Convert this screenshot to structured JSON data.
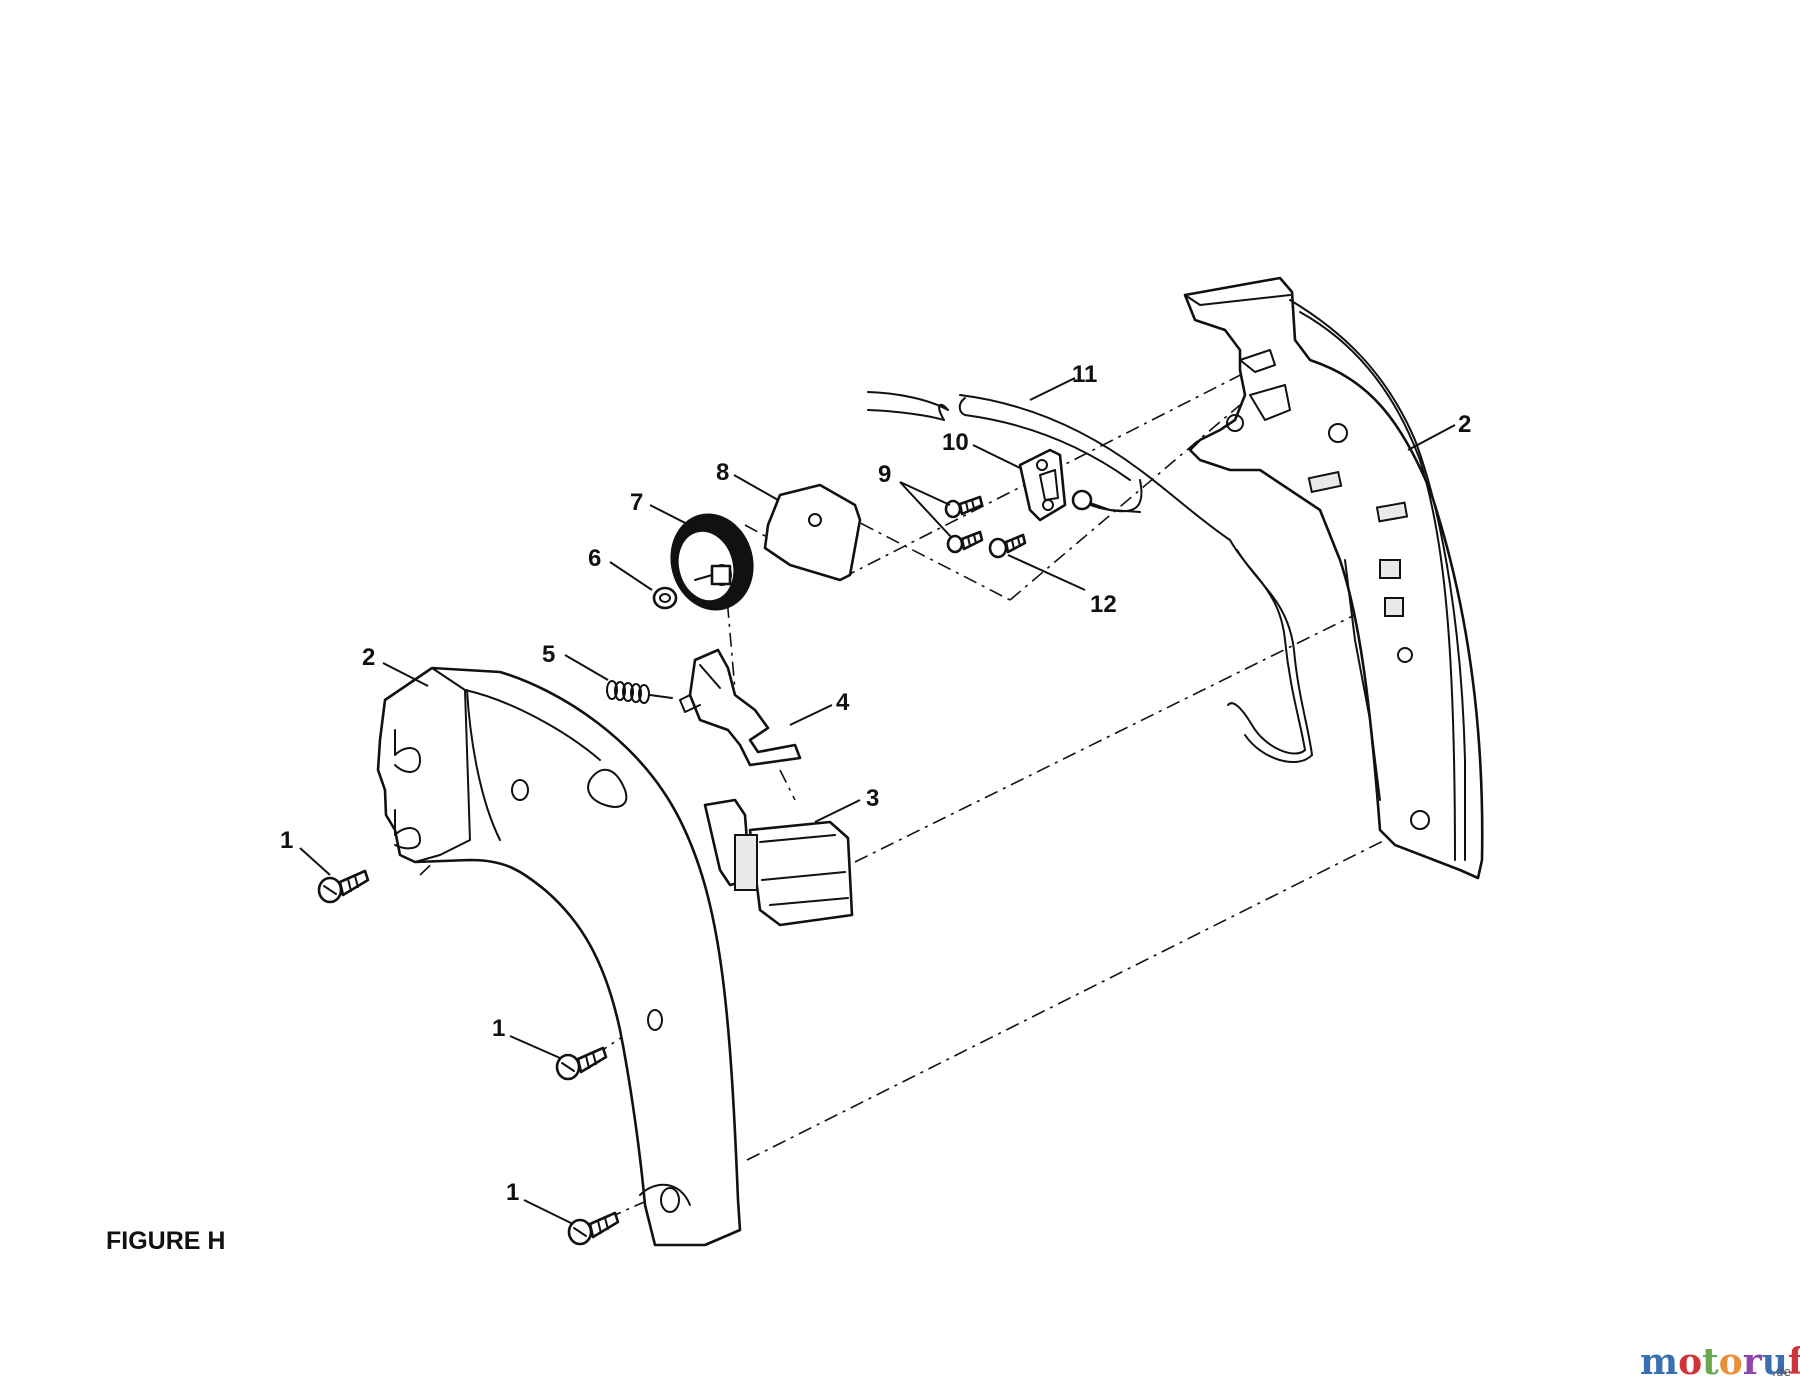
{
  "figure_label": "FIGURE H",
  "callouts": {
    "c1a": "1",
    "c1b": "1",
    "c1c": "1",
    "c2_left": "2",
    "c2_right": "2",
    "c3": "3",
    "c4": "4",
    "c5": "5",
    "c6": "6",
    "c7": "7",
    "c8": "8",
    "c9": "9",
    "c10": "10",
    "c11": "11",
    "c12": "12"
  },
  "watermark": {
    "letters": [
      "m",
      "o",
      "t",
      "o",
      "r",
      "u",
      "f"
    ],
    "letter_colors": [
      "#3a6fb0",
      "#d0343a",
      "#6aa84f",
      "#e69138",
      "#8e44ad",
      "#3a6fb0",
      "#d0343a"
    ],
    "suffix": ".de"
  }
}
